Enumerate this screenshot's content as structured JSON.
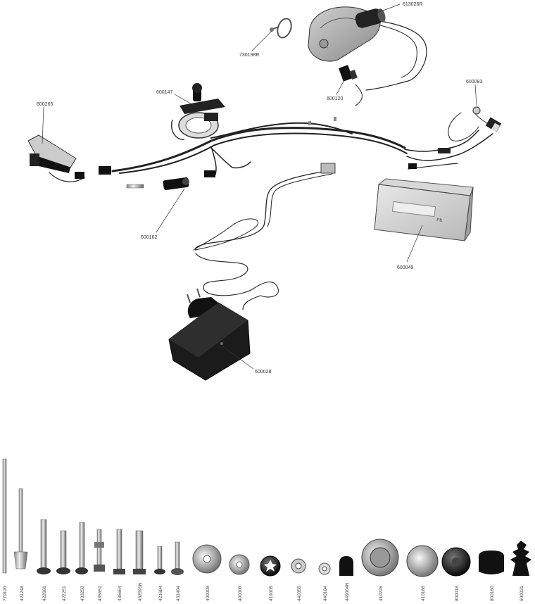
{
  "callouts": {
    "motor": "613026R",
    "clip": "730198R",
    "connector": "600120",
    "switch": "600147",
    "pedal": "600265",
    "light": "600083",
    "button": "600162",
    "battery": "600049",
    "charger": "600028"
  },
  "parts": [
    {
      "code": "770120"
    },
    {
      "code": "421248"
    },
    {
      "code": "422666"
    },
    {
      "code": "422251"
    },
    {
      "code": "433250"
    },
    {
      "code": "435651"
    },
    {
      "code": "435654"
    },
    {
      "code": "432591N"
    },
    {
      "code": "421684"
    },
    {
      "code": "431404"
    },
    {
      "code": "400008"
    },
    {
      "code": "400006"
    },
    {
      "code": "419005"
    },
    {
      "code": "440355"
    },
    {
      "code": "440104"
    },
    {
      "code": "449004N"
    },
    {
      "code": "410228"
    },
    {
      "code": "410166"
    },
    {
      "code": "800018"
    },
    {
      "code": "800160"
    },
    {
      "code": "600031"
    }
  ]
}
